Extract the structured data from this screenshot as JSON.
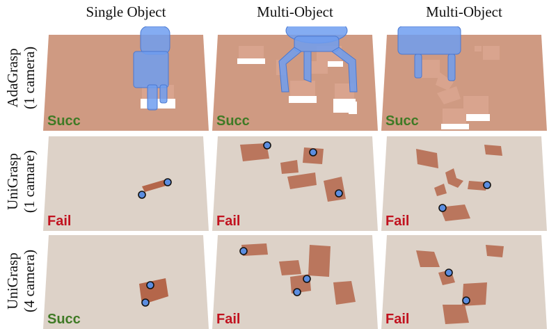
{
  "columns": [
    "Single Object",
    "Multi-Object",
    "Multi-Object"
  ],
  "rows": [
    {
      "method": "AdaGrasp",
      "sensor": "(1 camera)",
      "results": [
        "Succ",
        "Succ",
        "Succ"
      ]
    },
    {
      "method": "UniGrasp",
      "sensor": "(1 camare)",
      "results": [
        "Fail",
        "Fail",
        "Fail"
      ]
    },
    {
      "method": "UniGrasp",
      "sensor": "(4 camera)",
      "results": [
        "Succ",
        "Fail",
        "Fail"
      ]
    }
  ],
  "colors": {
    "succ": "#3f7a25",
    "fail": "#c1121f",
    "table_render": "#cf9a82",
    "table_pointcloud": "#ddd2c8",
    "gripper": "#6f9ef0",
    "points": "#b4664a",
    "contact_marker": "#5b8de0"
  }
}
